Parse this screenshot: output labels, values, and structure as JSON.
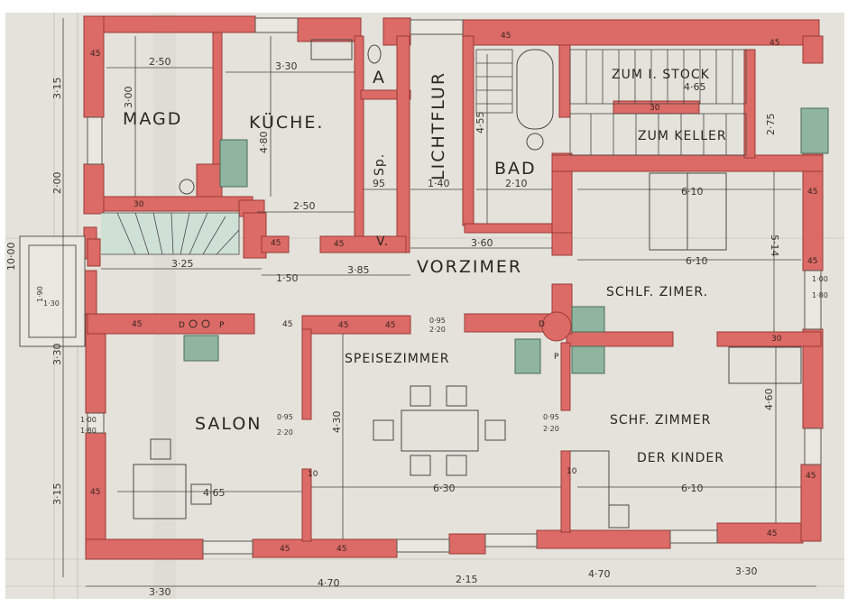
{
  "rooms": {
    "magd": "MAGD",
    "kuche": "KÜCHE.",
    "a": "A",
    "sp": "Sp.",
    "v": "V.",
    "lichtflur": "LICHTFLUR",
    "bad": "BAD",
    "zum_stock": "ZUM I. STOCK",
    "zum_keller": "ZUM KELLER",
    "vorzimer": "VORZIMER",
    "schlf_zimer": "SCHLF. ZIMER.",
    "speisezimmer": "SPEISEZIMMER",
    "salon": "SALON",
    "schf_zimmer": "SCHF. ZIMMER",
    "der_kinder": "DER KINDER"
  },
  "dimensions": {
    "magd_w": "2·50",
    "magd_h": "3·00",
    "kuche_w": "3·30",
    "kuche_h": "4·80",
    "kuche_inner": "2·50",
    "sp_w": "95",
    "lichtflur_w": "1·40",
    "bad_w": "2·10",
    "bad_h": "4·55",
    "stock_w": "4·65",
    "schlf_w": "6·10",
    "schlf_w2": "6·10",
    "schlf_h": "5·14",
    "vorz_w": "3·60",
    "vorz_a": "3·25",
    "vorz_b": "1·50",
    "vorz_c": "3·85",
    "speise_w": "6·30",
    "speise_h": "4·30",
    "salon_w": "4·65",
    "kinder_w": "6·10",
    "kinder_h": "4·60",
    "left_top": "3·15",
    "left_mid": "2·00",
    "left_low": "3·30",
    "left_bot": "3·15",
    "bottom_1": "3·30",
    "bottom_2": "4·70",
    "bottom_3": "2·15",
    "bottom_4": "4·70",
    "bottom_5": "3·30",
    "right_top": "2·75",
    "door_1": "0·95",
    "door_2": "2·20",
    "win_1": "1·00",
    "win_2": "1·80",
    "stair": "1·90",
    "stair2": "1·30",
    "edge": "10·00"
  },
  "wall_thickness": {
    "w45": "45",
    "w30": "30",
    "w10": "10"
  },
  "marks": {
    "d": "D",
    "p": "P"
  },
  "colors": {
    "wall": "#dc6a66",
    "paper": "#e4e2db",
    "tile": "#8fb5a0"
  }
}
